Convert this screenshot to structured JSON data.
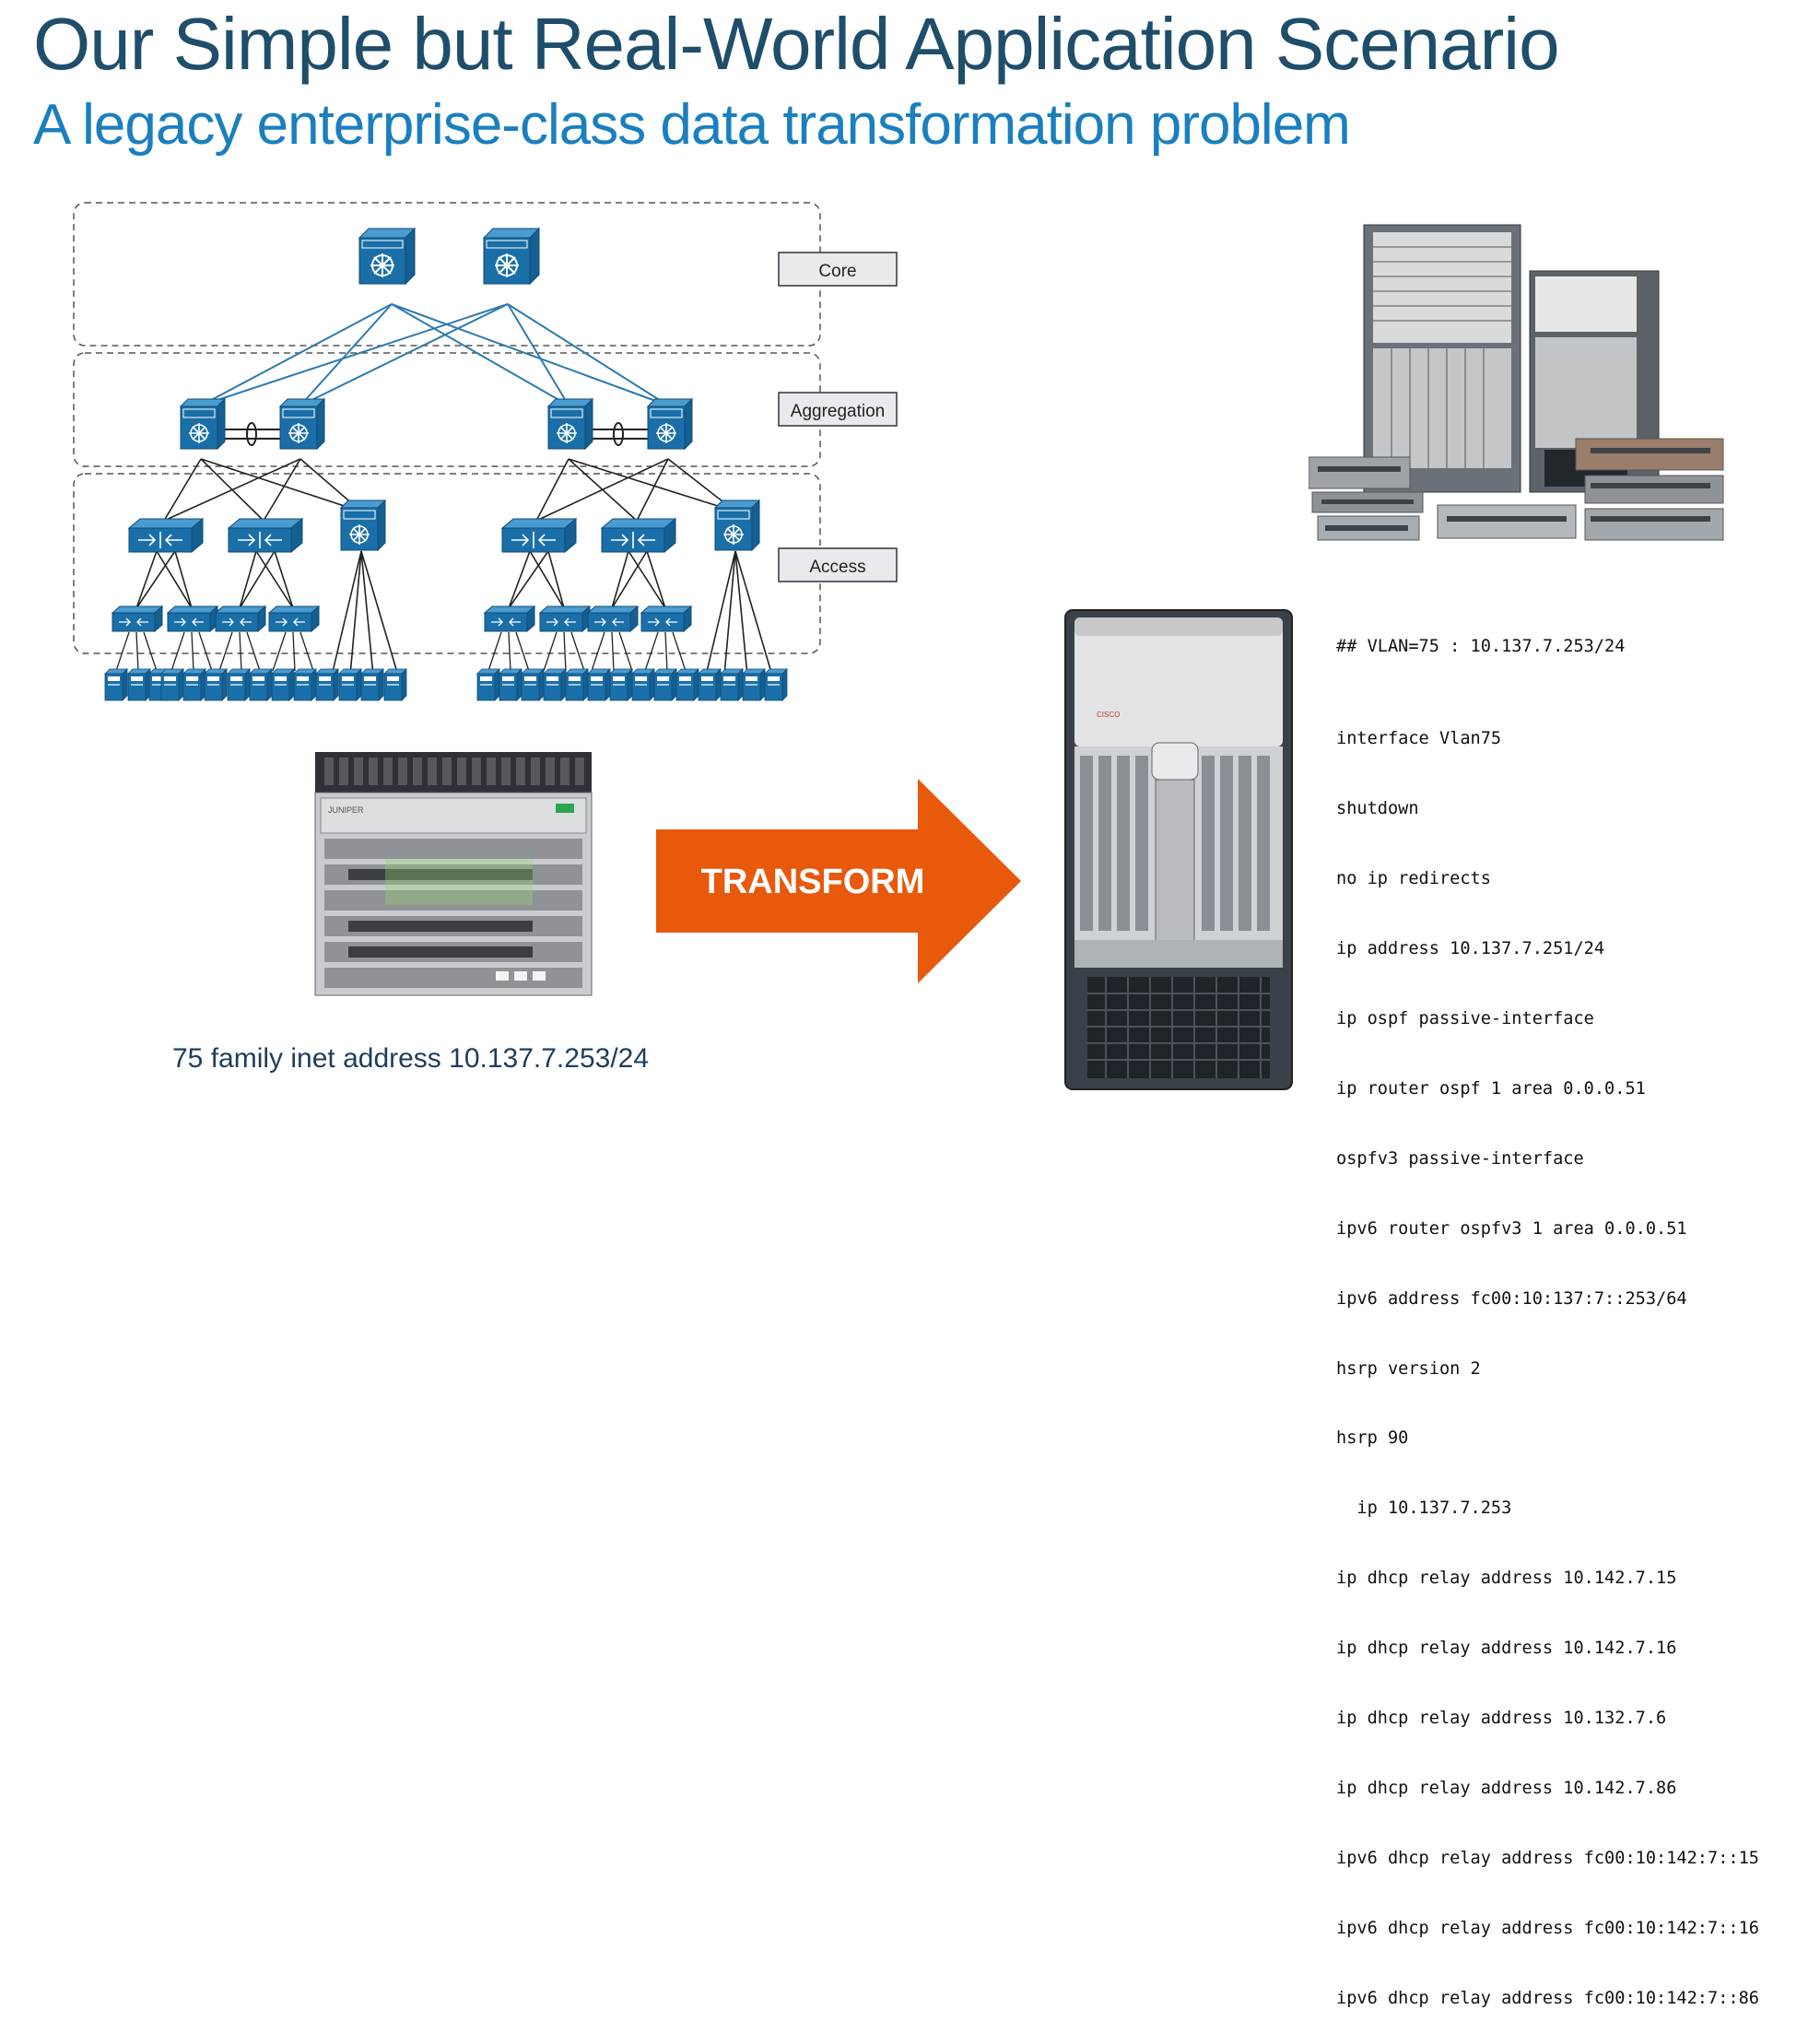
{
  "title": "Our Simple but Real-World Application Scenario",
  "subtitle": "A legacy enterprise-class data transformation problem",
  "diagram": {
    "layers": [
      {
        "id": "core",
        "label": "Core"
      },
      {
        "id": "aggregation",
        "label": "Aggregation"
      },
      {
        "id": "access",
        "label": "Access"
      }
    ]
  },
  "legacy_device": {
    "brand_label": "JUNIPER",
    "config_line": "75 family inet address 10.137.7.253/24"
  },
  "arrow": {
    "label": "TRANSFORM",
    "color": "#e8590c"
  },
  "new_device": {
    "brand_label": "CISCO"
  },
  "config": {
    "header": "## VLAN=75 : 10.137.7.253/24",
    "lines": [
      "interface Vlan75",
      "shutdown",
      "no ip redirects",
      "ip address 10.137.7.251/24",
      "ip ospf passive-interface",
      "ip router ospf 1 area 0.0.0.51",
      "ospfv3 passive-interface",
      "ipv6 router ospfv3 1 area 0.0.0.51",
      "ipv6 address fc00:10:137:7::253/64",
      "hsrp version 2",
      "hsrp 90",
      "  ip 10.137.7.253",
      "ip dhcp relay address 10.142.7.15",
      "ip dhcp relay address 10.142.7.16",
      "ip dhcp relay address 10.132.7.6",
      "ip dhcp relay address 10.142.7.86",
      "ipv6 dhcp relay address fc00:10:142:7::15",
      "ipv6 dhcp relay address fc00:10:142:7::16",
      "ipv6 dhcp relay address fc00:10:142:7::86"
    ]
  },
  "colors": {
    "title": "#1f4e6b",
    "subtitle": "#1a7fbf",
    "device_blue": "#1b6fa8",
    "link_blue": "#2b7bb0"
  }
}
